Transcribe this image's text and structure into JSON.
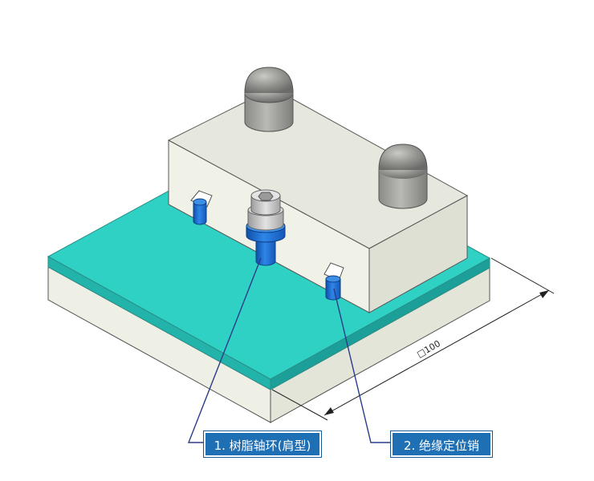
{
  "labels": {
    "item1": "1. 树脂轴环(肩型)",
    "item2": "2. 绝缘定位销"
  },
  "dimension": {
    "text": "□100"
  },
  "colors": {
    "teal_plate": "#2fcfc2",
    "base_block": "#eaeee2",
    "top_block": "#e3e6d9",
    "blue_part": "#1e6fd0",
    "label_bg": "#1f6fb5",
    "leader_line": "#2a3c8a"
  }
}
